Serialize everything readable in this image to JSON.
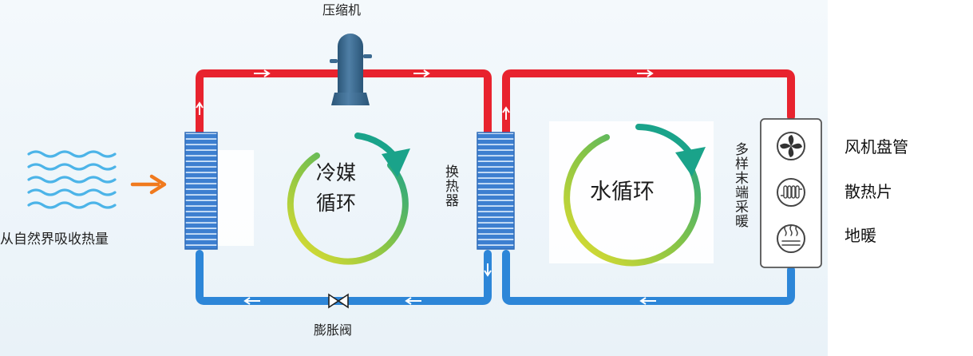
{
  "labels": {
    "compressor": "压缩机",
    "heat_source": "从自然界吸收热量",
    "heat_exchanger": "换热器",
    "expansion_valve": "膨胀阀",
    "terminals": "多样末端采暖",
    "refrigerant_cycle_line1": "冷媒",
    "refrigerant_cycle_line2": "循环",
    "water_cycle": "水循环"
  },
  "terminal_types": [
    "风机盘管",
    "散热片",
    "地暖"
  ],
  "icons": {
    "compressor": "compressor-icon",
    "heat_waves": "heat-waves-icon",
    "fan_coil": "fan-icon",
    "radiator": "radiator-icon",
    "floor_heating": "floor-heating-icon"
  },
  "colors": {
    "hot_pipe": "#e8232e",
    "cold_pipe": "#2d86d8",
    "compressor": "#3b6a90",
    "exchanger": "#3d7fd0",
    "waves": "#4cb4e8",
    "heat_arrow": "#f07a1e",
    "cycle_teal": "#1aa38a",
    "cycle_yellow": "#e6df2f"
  }
}
